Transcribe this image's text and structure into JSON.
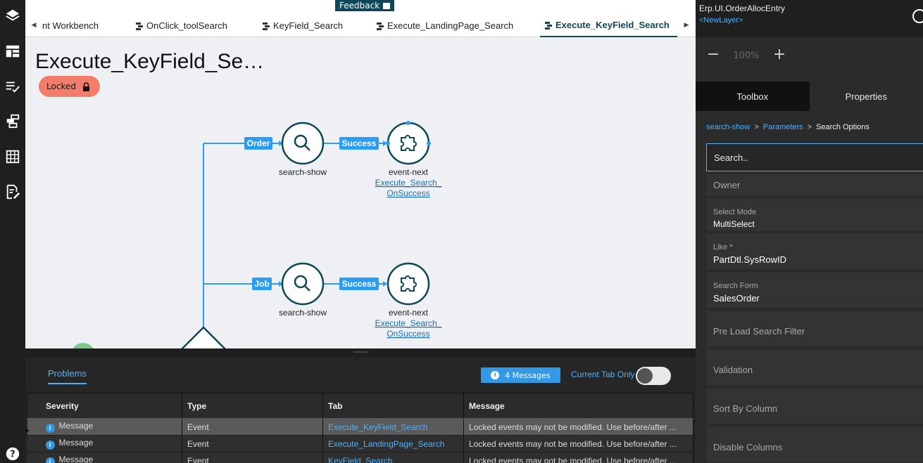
{
  "left_rail": {
    "items": [
      {
        "name": "layers-icon"
      },
      {
        "name": "layout-icon"
      },
      {
        "name": "checklist-icon"
      },
      {
        "name": "flow-icon"
      },
      {
        "name": "grid-icon"
      },
      {
        "name": "edit-doc-icon"
      },
      {
        "name": "help-icon"
      }
    ]
  },
  "feedback": {
    "label": "Feedback"
  },
  "tabs": [
    {
      "label": "nt Workbench",
      "active": false
    },
    {
      "label": "OnClick_toolSearch",
      "active": false
    },
    {
      "label": "KeyField_Search",
      "active": false
    },
    {
      "label": "Execute_LandingPage_Search",
      "active": false
    },
    {
      "label": "Execute_KeyField_Search",
      "active": true
    }
  ],
  "canvas": {
    "title": "Execute_KeyField_Se…",
    "locked_label": "Locked",
    "flow": {
      "rows": [
        {
          "condition": "Order",
          "action_label": "search-show",
          "result": "Success",
          "next_label": "event-next",
          "next_link_line1": "Execute_Search_",
          "next_link_line2": "OnSuccess"
        },
        {
          "condition": "Job",
          "action_label": "search-show",
          "result": "Success",
          "next_label": "event-next",
          "next_link_line1": "Execute_Search_",
          "next_link_line2": "OnSuccess"
        }
      ]
    }
  },
  "problems": {
    "tab_label": "Problems",
    "messages_badge": "4 Messages",
    "current_tab_only_label": "Current Tab Only",
    "current_tab_only": false,
    "columns": [
      "Severity",
      "Type",
      "Tab",
      "Message"
    ],
    "rows": [
      {
        "severity": "Message",
        "type": "Event",
        "tab": "Execute_KeyField_Search",
        "message": "Locked events may not be modified. Use before/after ..."
      },
      {
        "severity": "Message",
        "type": "Event",
        "tab": "Execute_LandingPage_Search",
        "message": "Locked events may not be modified. Use before/after ..."
      },
      {
        "severity": "Message",
        "type": "Event",
        "tab": "KeyField_Search",
        "message": "Locked events may not be modified. Use before/after ..."
      }
    ]
  },
  "right_panel": {
    "title": "Erp.UI.OrderAllocEntry",
    "layer": "<NewLayer>",
    "zoom": "100%",
    "tabs": [
      "Toolbox",
      "Properties"
    ],
    "breadcrumb": [
      "search-show",
      "Parameters",
      "Search Options"
    ],
    "search_placeholder": "Search..",
    "properties": [
      {
        "label": "Owner",
        "value": ""
      },
      {
        "label": "Select Mode",
        "value": "MultiSelect"
      },
      {
        "label": "Like *",
        "value": "PartDtl.SysRowID"
      },
      {
        "label": "Search Form",
        "value": "SalesOrder"
      },
      {
        "label": "Pre Load Search Filter",
        "value": ""
      },
      {
        "label": "Validation",
        "value": ""
      },
      {
        "label": "Sort By Column",
        "value": ""
      },
      {
        "label": "Disable Columns",
        "value": ""
      }
    ]
  },
  "colors": {
    "accent": "#4fb0ff",
    "flow_line": "#2a9df4",
    "node_stroke": "#0e4757",
    "locked": "#f47c6b"
  }
}
